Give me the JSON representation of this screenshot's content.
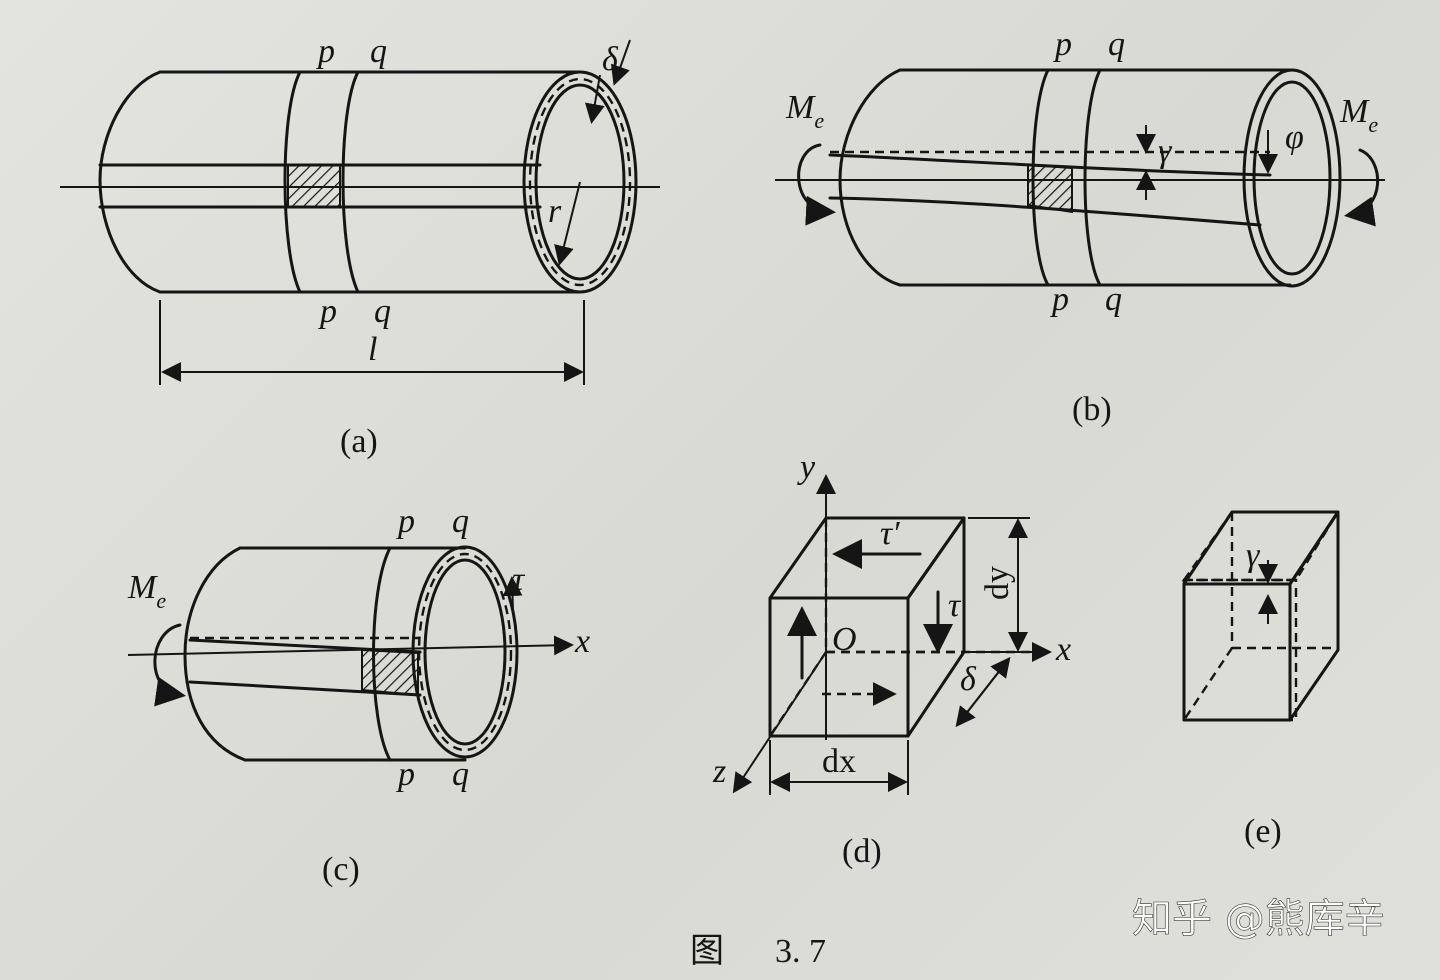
{
  "figure_caption": {
    "prefix": "图",
    "number": "3. 7"
  },
  "watermark": "知乎 @熊库辛",
  "panels": {
    "a": {
      "caption": "(a)",
      "labels": {
        "p_top": "p",
        "q_top": "q",
        "p_bottom": "p",
        "q_bottom": "q",
        "thickness": "δ",
        "radius": "r",
        "length": "l"
      }
    },
    "b": {
      "caption": "(b)",
      "labels": {
        "p_top": "p",
        "q_top": "q",
        "p_bottom": "p",
        "q_bottom": "q",
        "moment_left": "M",
        "moment_right": "M",
        "moment_sub": "e",
        "shear_strain": "γ",
        "twist_angle": "φ"
      }
    },
    "c": {
      "caption": "(c)",
      "labels": {
        "p_top": "p",
        "q_top": "q",
        "p_bottom": "p",
        "q_bottom": "q",
        "moment": "M",
        "moment_sub": "e",
        "stress": "τ",
        "axis_x": "x"
      }
    },
    "d": {
      "caption": "(d)",
      "labels": {
        "axis_y": "y",
        "axis_x": "x",
        "axis_z": "z",
        "origin": "O",
        "tau_prime": "τ′",
        "tau": "τ",
        "dy": "dy",
        "dx": "dx",
        "thickness": "δ"
      }
    },
    "e": {
      "caption": "(e)",
      "labels": {
        "shear_strain": "γ"
      }
    }
  }
}
